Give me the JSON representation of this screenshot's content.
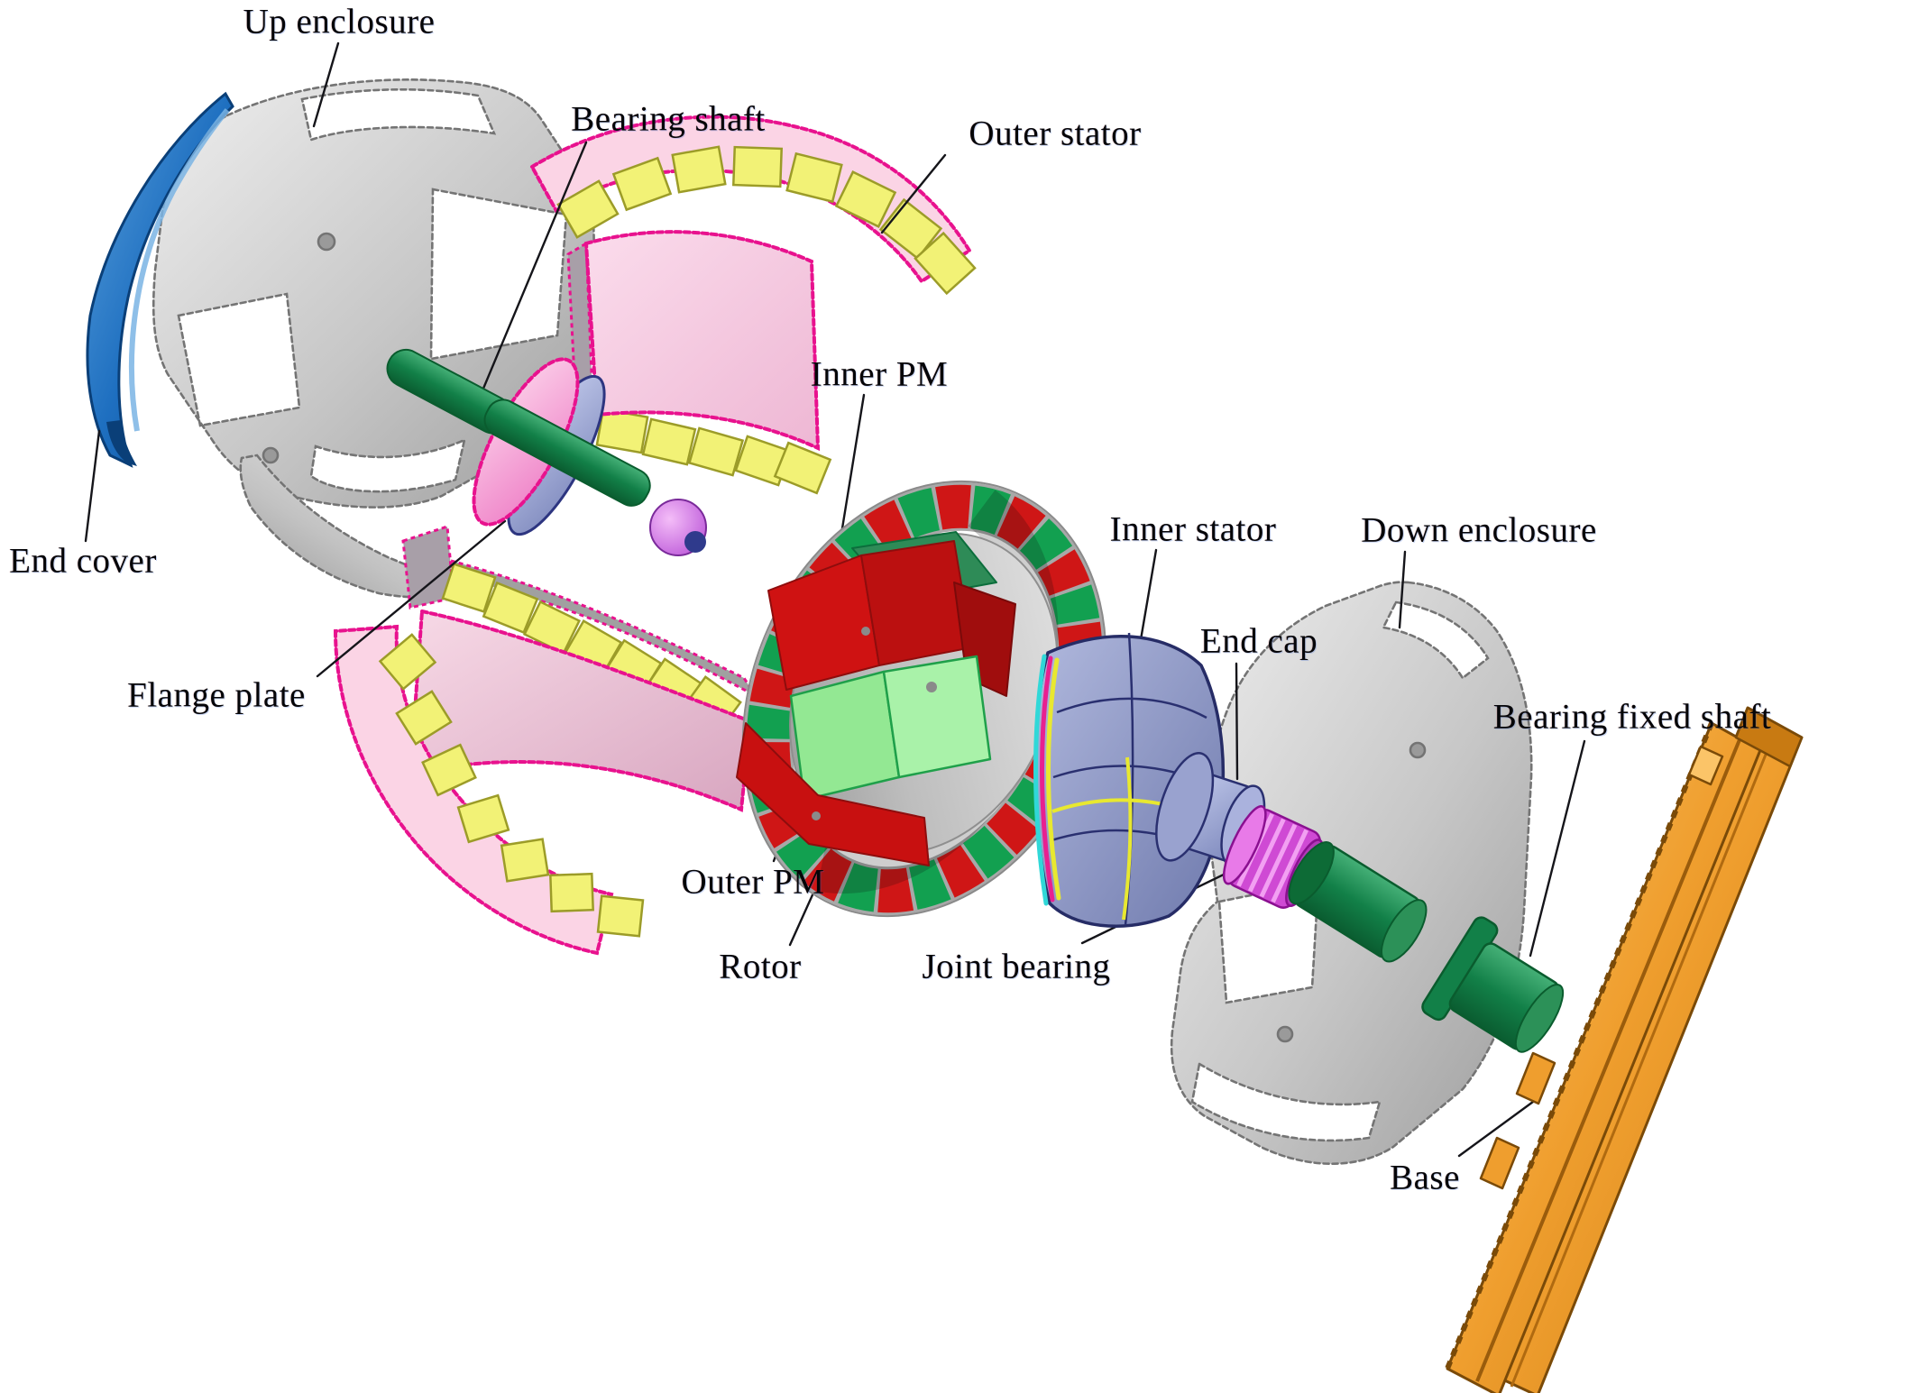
{
  "diagram": {
    "type": "exploded-view-3d-assembly",
    "labels": {
      "up_enclosure": "Up enclosure",
      "bearing_shaft": "Bearing shaft",
      "outer_stator": "Outer stator",
      "inner_pm": "Inner PM",
      "end_cover": "End cover",
      "flange_plate": "Flange plate",
      "outer_pm": "Outer PM",
      "rotor": "Rotor",
      "joint_bearing": "Joint bearing",
      "inner_stator": "Inner stator",
      "end_cap": "End cap",
      "down_enclosure": "Down enclosure",
      "bearing_fixed_shaft": "Bearing fixed shaft",
      "base": "Base"
    },
    "palette": {
      "end_cover_blue": "#1e6fc0",
      "enclosure_gray": "#c9c9c9",
      "shaft_green": "#128048",
      "flange_pink": "#f2a0d4",
      "magenta_outline": "#e8128e",
      "spacer_lavender": "#9aa6d9",
      "ball_violet": "#cf5fe0",
      "stator_pink": "#fbd4e5",
      "stator_shell_pink": "#e9c0d2",
      "coil_yellow": "#f2f276",
      "pm_red": "#cf1616",
      "pm_green": "#12a050",
      "pm_light_green": "#93e893",
      "inner_stator_lavender": "#99a2cf",
      "joint_bearing_magenta": "#cf4ad4",
      "base_orange": "#ef9e2e",
      "leader_black": "#15151a"
    }
  }
}
